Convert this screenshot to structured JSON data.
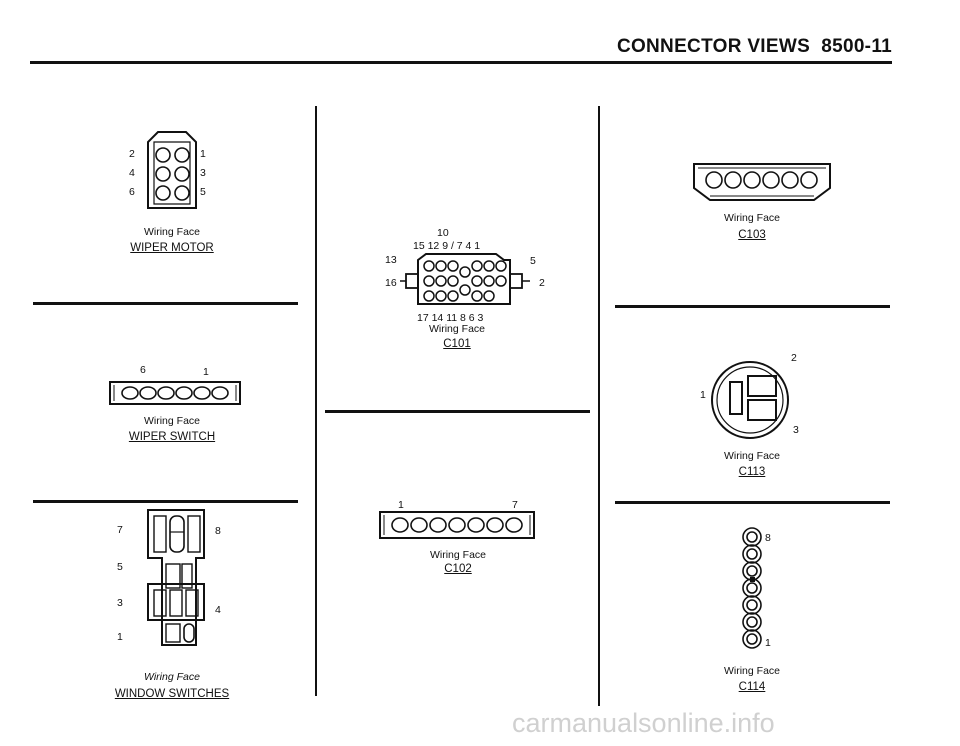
{
  "header": {
    "title": "CONNECTOR VIEWS",
    "page_number": "8500-11"
  },
  "face_caption": "Wiring Face",
  "connectors": {
    "wiper_motor": {
      "label": "WIPER MOTOR",
      "pins": [
        "2",
        "1",
        "4",
        "3",
        "6",
        "5"
      ]
    },
    "wiper_switch": {
      "label": "WIPER SWITCH",
      "pins": [
        "6",
        "1"
      ]
    },
    "window_switches": {
      "label": "WINDOW SWITCHES",
      "pins": [
        "7",
        "8",
        "5",
        "3",
        "4",
        "1"
      ]
    },
    "c101": {
      "label": "C101",
      "top_pin": "10",
      "top_row": "15 12 9 / 7 4 1",
      "left_pins": [
        "13",
        "16"
      ],
      "right_pins": [
        "5",
        "2"
      ],
      "bottom_row": "17 14 11 8 6 3"
    },
    "c102": {
      "label": "C102",
      "pins": [
        "1",
        "7"
      ]
    },
    "c103": {
      "label": "C103"
    },
    "c113": {
      "label": "C113",
      "pins": [
        "2",
        "1",
        "3"
      ]
    },
    "c114": {
      "label": "C114",
      "pins": [
        "8",
        "1"
      ]
    }
  },
  "watermark": "carmanualsonline.info"
}
